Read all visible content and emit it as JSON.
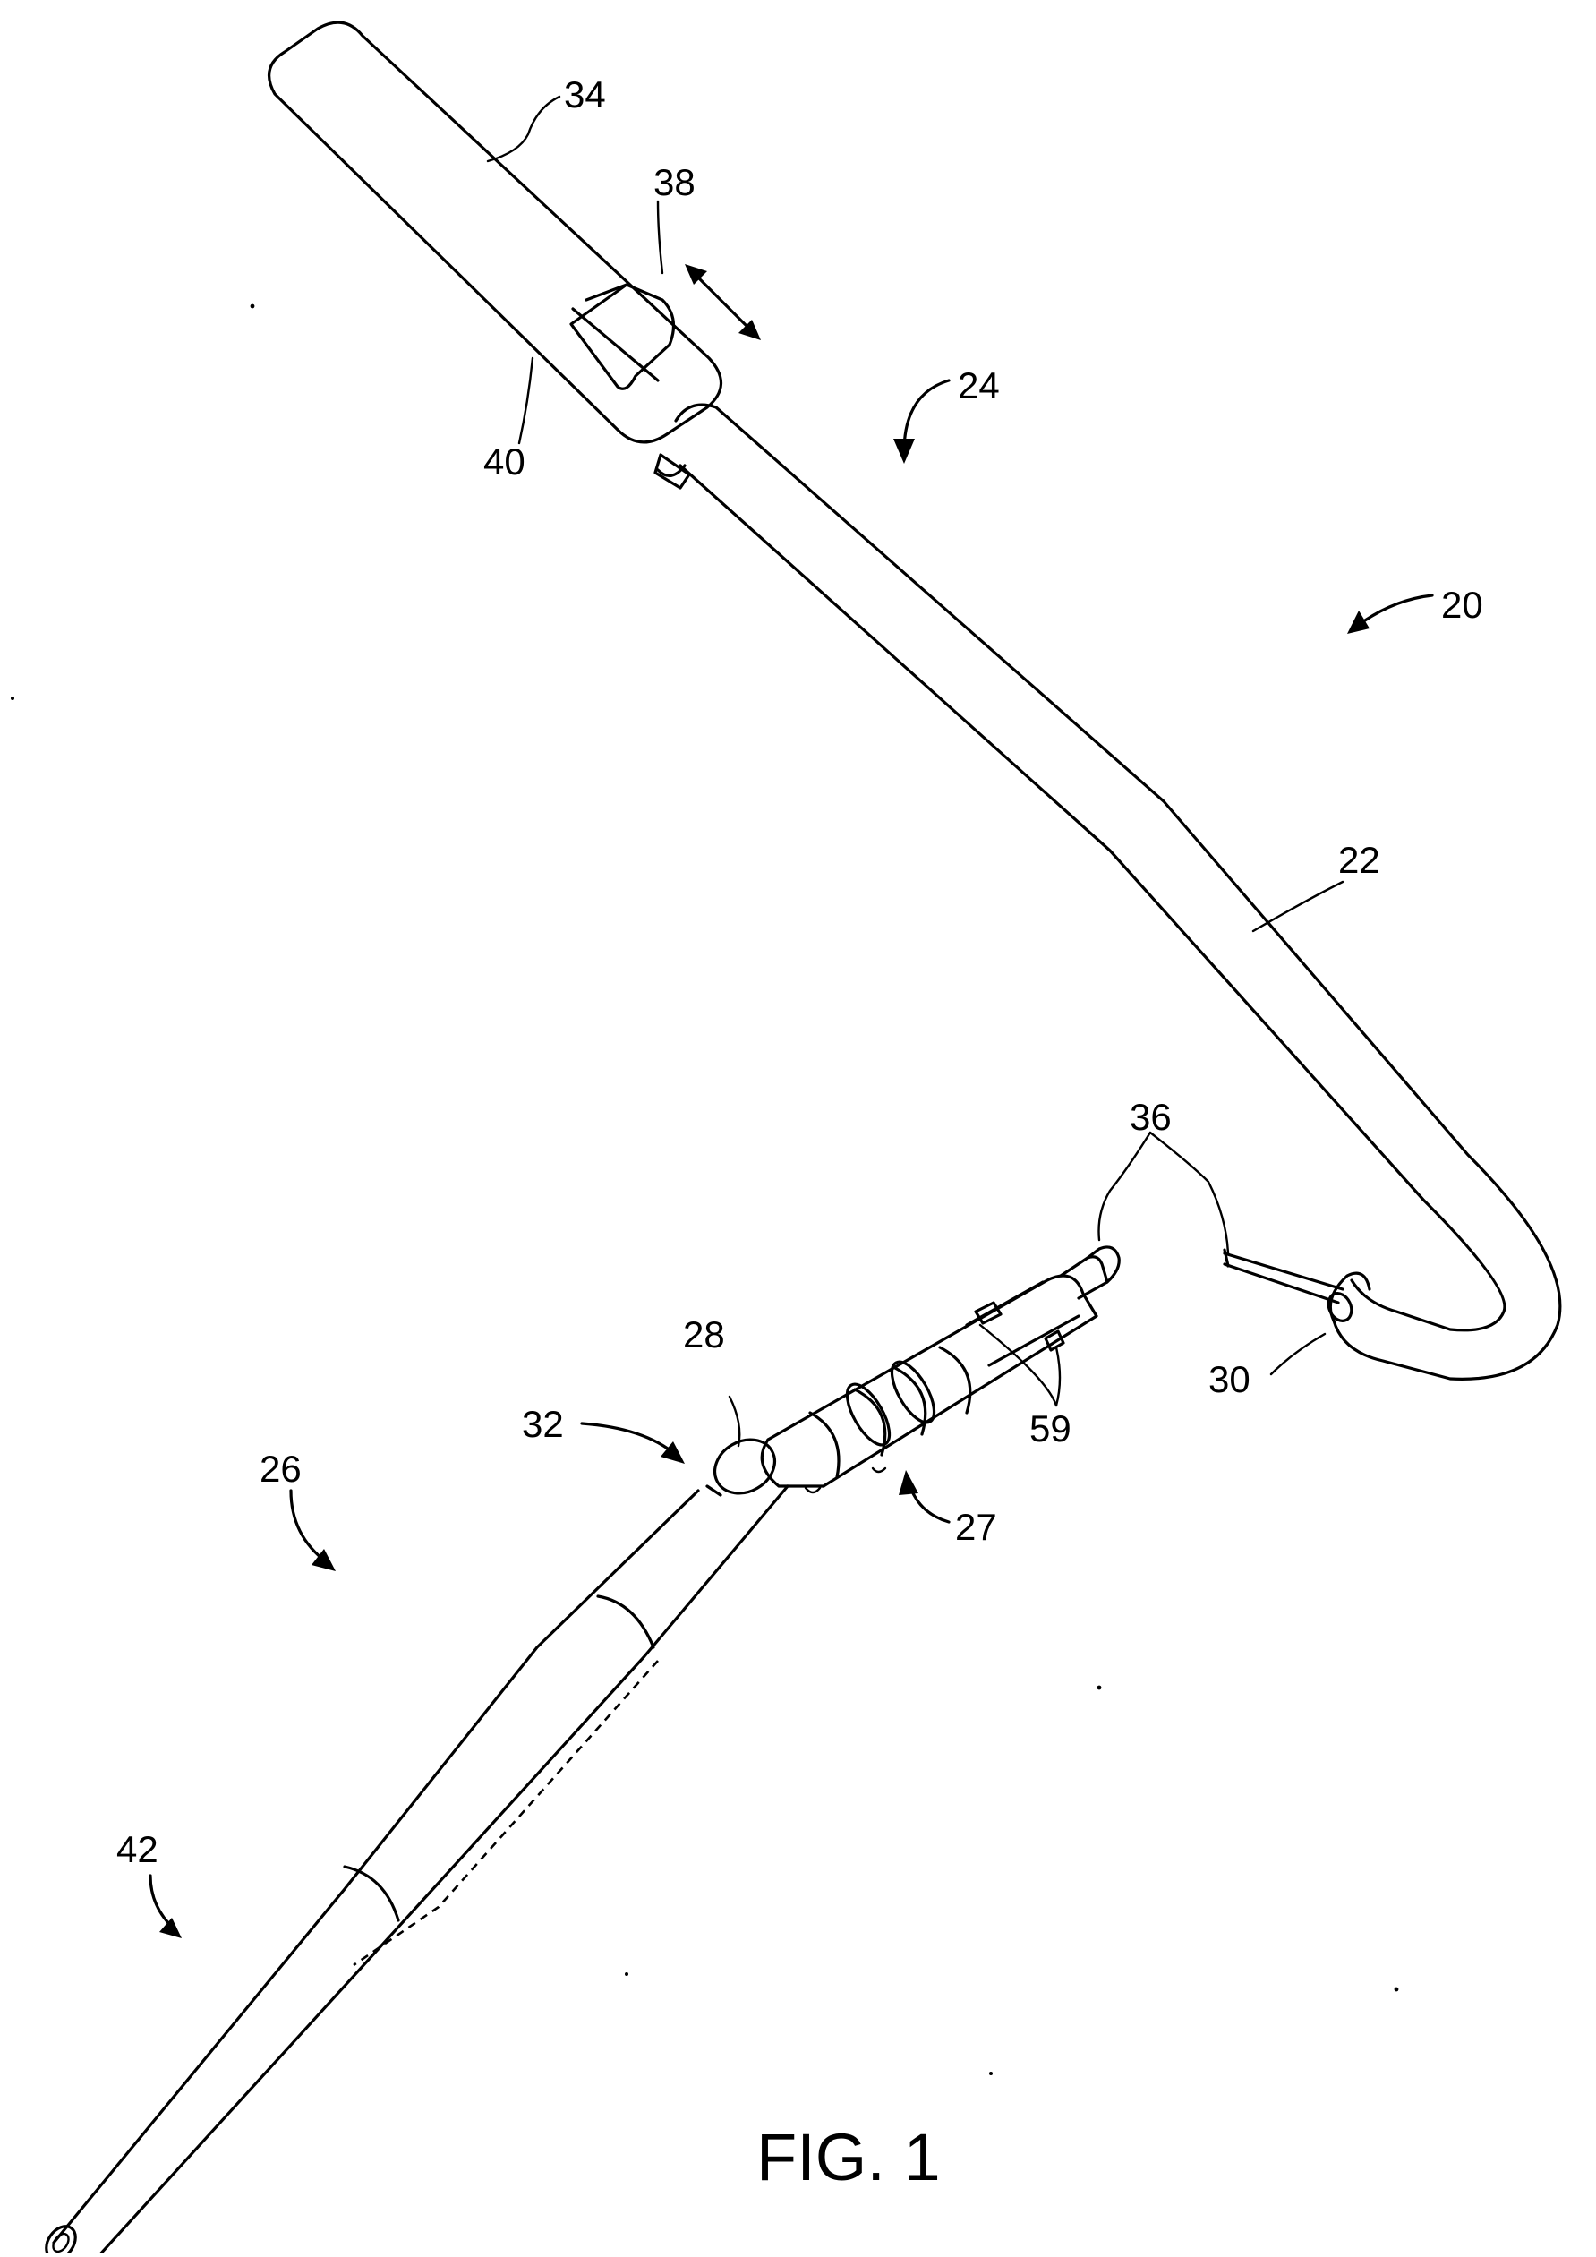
{
  "figure": {
    "caption": "FIG. 1",
    "refs": {
      "r20": "20",
      "r22": "22",
      "r24": "24",
      "r26": "26",
      "r27": "27",
      "r28": "28",
      "r30": "30",
      "r32": "32",
      "r34": "34",
      "r36": "36",
      "r38": "38",
      "r40": "40",
      "r42": "42",
      "r59": "59"
    }
  }
}
